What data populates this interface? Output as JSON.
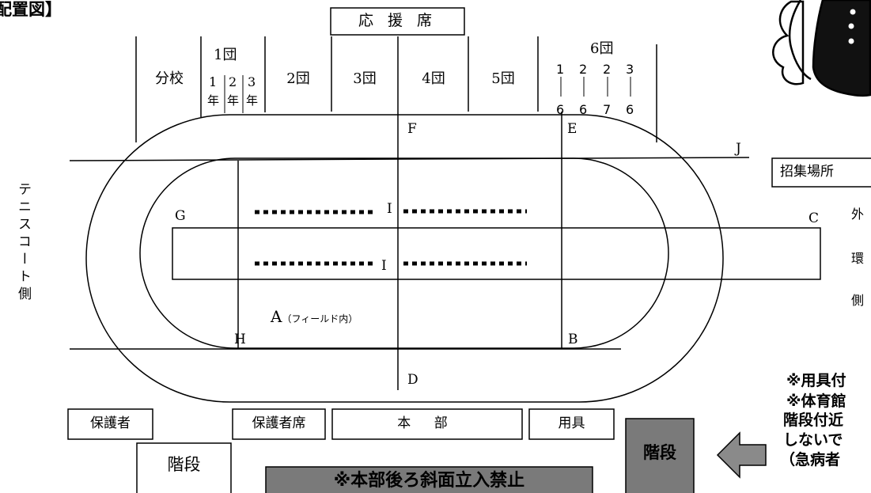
{
  "title": "配置図】",
  "cheer_seats": "応 援 席",
  "groups": {
    "branch_school": "分校",
    "group1": "1団",
    "group1_years": [
      "1",
      "2",
      "3"
    ],
    "group1_year_suffix": [
      "年",
      "年",
      "年"
    ],
    "group2": "2団",
    "group3": "3団",
    "group4": "4団",
    "group5": "5団",
    "group6": "6団",
    "group6_cols": [
      "1",
      "2",
      "2",
      "3"
    ],
    "group6_ends": [
      "6",
      "6",
      "7",
      "6"
    ]
  },
  "points": {
    "a": "A",
    "a_note": "（フィールド内）",
    "b": "B",
    "c": "C",
    "d": "D",
    "e": "E",
    "f": "F",
    "g": "G",
    "h": "H",
    "i_top": "I",
    "i_bottom": "I",
    "j": "J"
  },
  "tennis_court_side": "テニスコート側",
  "assembly_area": "招集場所",
  "outer_ring_side": [
    "外",
    "環",
    "側"
  ],
  "bottom": {
    "guardians": "保護者",
    "guardian_seats": "保護者席",
    "headquarters": "本 部",
    "equipment": "用具",
    "stairs_left": "階段",
    "stairs_right": "階段",
    "no_entry": "※本部後ろ斜面立入禁止"
  },
  "notes": [
    "※用具付",
    "※体育館",
    "階段付近",
    "しないで",
    "（急病者"
  ],
  "colors": {
    "line": "#000000",
    "gray_box": "#7a7a7a",
    "arrow_fill": "#8a8a8a"
  },
  "icons": {
    "mascot": "mascot-illustration",
    "arrow": "left-arrow-icon"
  }
}
